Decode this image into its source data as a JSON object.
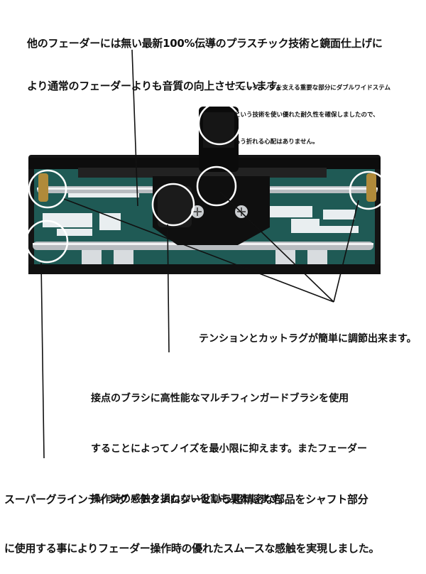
{
  "captions": {
    "top": [
      "他のフェーダーには無い最新100%伝導のプラスチック技術と鏡面仕上げに",
      "より通常のフェーダーよりも音質の向上させています。"
    ],
    "knob": [
      "フェーダーノブを支える重要な部分にダブルワイドステム",
      "という技術を使い優れた耐久性を確保しましたので、",
      "もう折れる心配はありません。"
    ],
    "tension": [
      "テンションとカットラグが簡単に調節出来ます。"
    ],
    "brush": [
      "接点のブラシに高性能なマルチフィンガードブラシを使用",
      "することによってノイズを最小限に抑えます。またフェーダー",
      "操作時の感触を損ねない役割も果たします。"
    ],
    "bottom": [
      "スーパーグラインディング・テクノロジーという超精密な部品をシャフト部分",
      "に使用する事によりフェーダー操作時の優れたスムースな感触を実現しました。"
    ]
  },
  "colors": {
    "board": "#1f5a55",
    "frame": "#1a1a1a",
    "rail": "#b8bcc0",
    "highlight": "#ffffff"
  }
}
